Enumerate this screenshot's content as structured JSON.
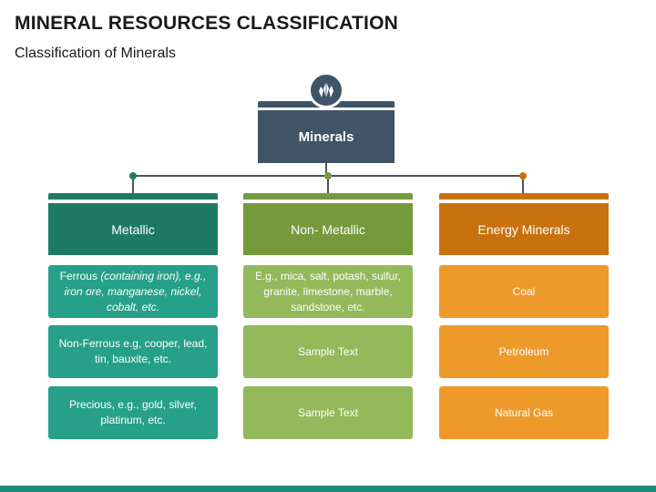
{
  "title": "MINERAL RESOURCES CLASSIFICATION",
  "subtitle": "Classification of Minerals",
  "root": {
    "label": "Minerals",
    "icon": "crystal-icon"
  },
  "colors": {
    "root": "#3f5466",
    "metallic_head": "#1f7a64",
    "metallic_card": "#26a088",
    "nonmetallic_head": "#76993b",
    "nonmetallic_card": "#93b95a",
    "energy_head": "#c8720f",
    "energy_card": "#ee9a2a",
    "line": "#1a1a1a"
  },
  "columns": [
    {
      "heading": "Metallic",
      "cards": [
        {
          "prefix": "Ferrous ",
          "italic": "(containing iron), e.g., iron ore, manganese, nickel, cobalt, etc.",
          "text": ""
        },
        {
          "text": "Non-Ferrous e.g, cooper, lead, tin, bauxite, etc."
        },
        {
          "text": "Precious, e.g., gold, silver, platinum, etc."
        }
      ]
    },
    {
      "heading": "Non- Metallic",
      "cards": [
        {
          "text": "E.g., mica, salt, potash, sulfur, granite, limestone, marble, sandstone, etc."
        },
        {
          "text": "Sample Text"
        },
        {
          "text": "Sample Text"
        }
      ]
    },
    {
      "heading": "Energy Minerals",
      "cards": [
        {
          "text": "Coal"
        },
        {
          "text": "Petroleum"
        },
        {
          "text": "Natural Gas"
        }
      ]
    }
  ]
}
